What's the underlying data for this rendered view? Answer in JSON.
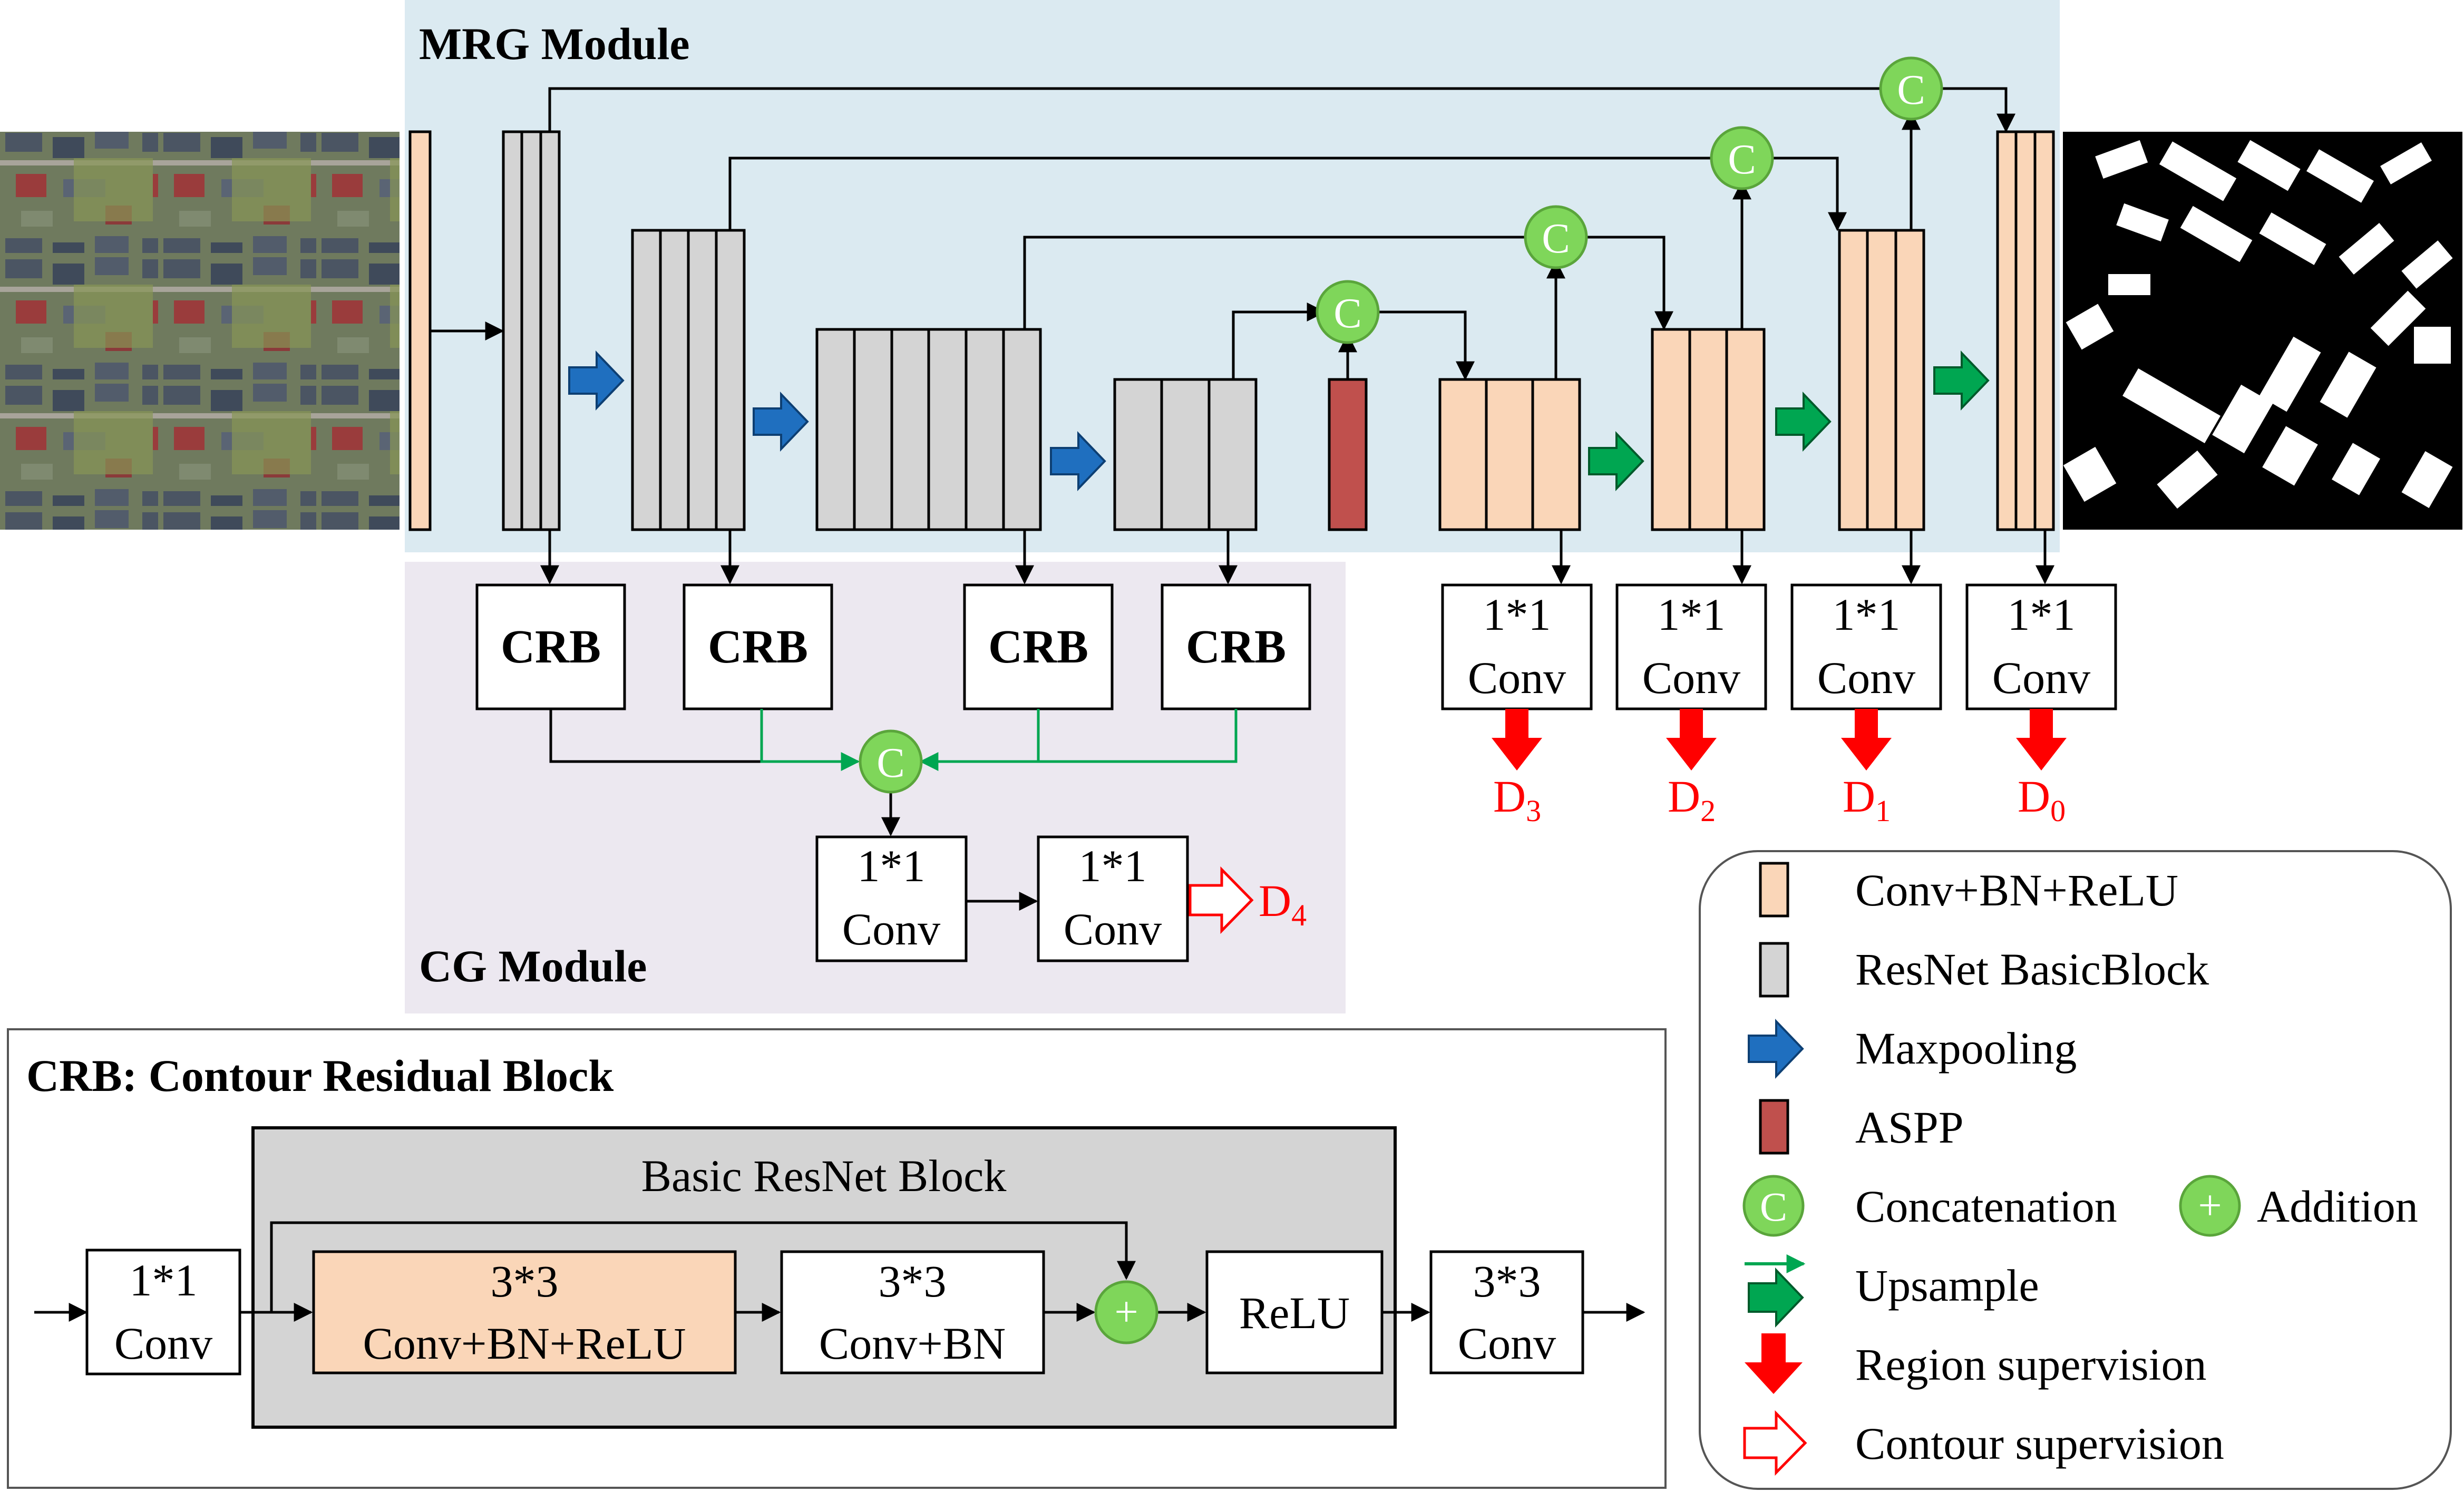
{
  "mrg_module": {
    "title": "MRG Module"
  },
  "cg_module": {
    "title": "CG Module",
    "crb_label": "CRB",
    "conv1_line1": "1*1",
    "conv1_line2": "Conv",
    "conv2_line1": "1*1",
    "conv2_line2": "Conv",
    "d4": "D",
    "d4_sub": "4"
  },
  "concat_symbol": "C",
  "add_symbol": "+",
  "decoder_heads": [
    {
      "line1": "1*1",
      "line2": "Conv",
      "label": "D",
      "sub": "3"
    },
    {
      "line1": "1*1",
      "line2": "Conv",
      "label": "D",
      "sub": "2"
    },
    {
      "line1": "1*1",
      "line2": "Conv",
      "label": "D",
      "sub": "1"
    },
    {
      "line1": "1*1",
      "line2": "Conv",
      "label": "D",
      "sub": "0"
    }
  ],
  "crb_detail": {
    "title": "CRB: Contour Residual Block",
    "inner_title": "Basic ResNet Block",
    "conv_in_line1": "1*1",
    "conv_in_line2": "Conv",
    "conv_a_line1": "3*3",
    "conv_a_line2": "Conv+BN+ReLU",
    "conv_b_line1": "3*3",
    "conv_b_line2": "Conv+BN",
    "relu": "ReLU",
    "conv_out_line1": "3*3",
    "conv_out_line2": "Conv"
  },
  "legend": [
    {
      "icon": "orange-block-icon",
      "label": "Conv+BN+ReLU"
    },
    {
      "icon": "gray-block-icon",
      "label": "ResNet BasicBlock"
    },
    {
      "icon": "blue-arrow-icon",
      "label": "Maxpooling"
    },
    {
      "icon": "red-block-icon",
      "label": "ASPP"
    },
    {
      "icon": "concat-icon",
      "label": "Concatenation"
    },
    {
      "icon": "addition-icon",
      "label": "Addition"
    },
    {
      "icon": "green-arrow-icon",
      "label": "Upsample"
    },
    {
      "icon": "red-arrow-icon",
      "label": "Region supervision"
    },
    {
      "icon": "hollow-arrow-icon",
      "label": "Contour supervision"
    }
  ],
  "colors": {
    "mrg_bg": "#dbeaf1",
    "cg_bg": "#ece8f0",
    "orange": "#fad6b8",
    "gray": "#d4d4d4",
    "aspp": "#c0504d",
    "blue": "#1f6fbf",
    "green": "#00a651",
    "concat": "#7fd65a",
    "red": "#ff0000"
  }
}
